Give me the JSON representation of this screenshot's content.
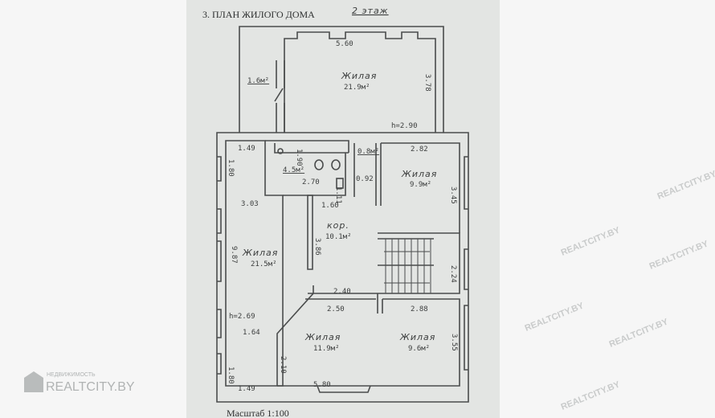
{
  "title": "3. ПЛАН ЖИЛОГО ДОМА",
  "floor": "2 этаж",
  "scale": "Масштаб 1:100",
  "watermark": {
    "small": "НЕДВИЖИМОСТЬ",
    "brand": "REALTCITY.BY"
  },
  "rooms": [
    {
      "name": "Жилая",
      "area": "21.9м²"
    },
    {
      "name": "",
      "area": "1.6м²"
    },
    {
      "name": "",
      "area": "4.5м²"
    },
    {
      "name": "",
      "area": "0.8м²"
    },
    {
      "name": "Жилая",
      "area": "9.9м²"
    },
    {
      "name": "кор.",
      "area": "10.1м²"
    },
    {
      "name": "Жилая",
      "area": "21.5м²"
    },
    {
      "name": "Жилая",
      "area": "11.9м²"
    },
    {
      "name": "Жилая",
      "area": "9.6м²"
    }
  ],
  "heights": [
    "h=2.90",
    "h=2.69"
  ],
  "dims": [
    "5.60",
    "3.78",
    "1.49",
    "1.80",
    "1.90",
    "2.70",
    "0.92",
    "1.11",
    "2.82",
    "3.45",
    "3.03",
    "1.60",
    "3.86",
    "9.87",
    "2.24",
    "2.40",
    "2.50",
    "2.88",
    "1.64",
    "3.55",
    "2.10",
    "1.80",
    "1.49",
    "5.80"
  ]
}
